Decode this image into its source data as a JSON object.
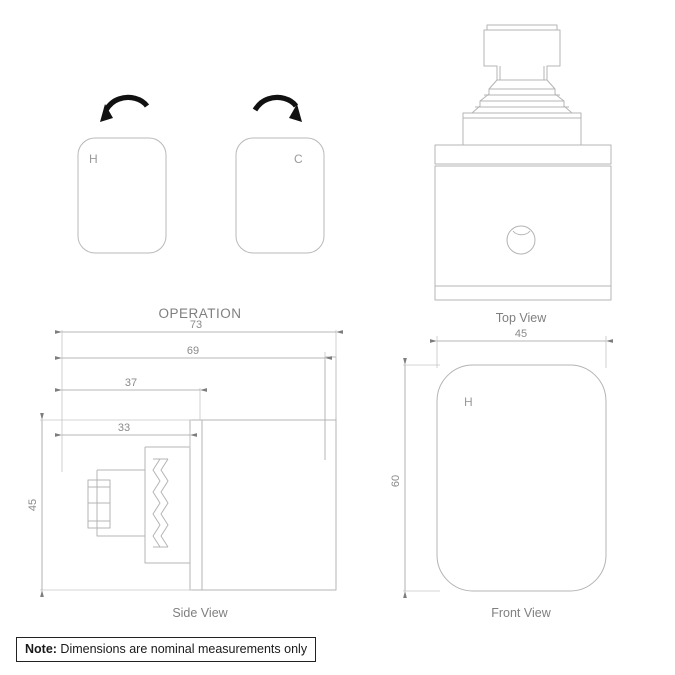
{
  "drawing": {
    "title": "Tap cartridge technical drawing",
    "line_color": "#b4b4b4",
    "dim_color": "#9a9a9a",
    "text_color": "#8a8a8a",
    "note_border_color": "#222222",
    "background": "#ffffff"
  },
  "operation": {
    "caption": "OPERATION",
    "handles": [
      {
        "label": "H",
        "label_position": "top-left",
        "arrow": "rotate-counter-clockwise"
      },
      {
        "label": "C",
        "label_position": "top-right",
        "arrow": "rotate-clockwise"
      }
    ]
  },
  "views": {
    "top": {
      "label": "Top View"
    },
    "side": {
      "label": "Side View"
    },
    "front": {
      "label": "Front View",
      "face_label": "H"
    }
  },
  "dimensions": {
    "side": [
      {
        "value": "73",
        "orientation": "horizontal"
      },
      {
        "value": "69",
        "orientation": "horizontal"
      },
      {
        "value": "37",
        "orientation": "horizontal"
      },
      {
        "value": "33",
        "orientation": "horizontal"
      },
      {
        "value": "45",
        "orientation": "vertical"
      }
    ],
    "front": [
      {
        "value": "45",
        "orientation": "horizontal"
      },
      {
        "value": "60",
        "orientation": "vertical"
      }
    ]
  },
  "note": {
    "label": "Note:",
    "text": " Dimensions are nominal measurements only"
  }
}
